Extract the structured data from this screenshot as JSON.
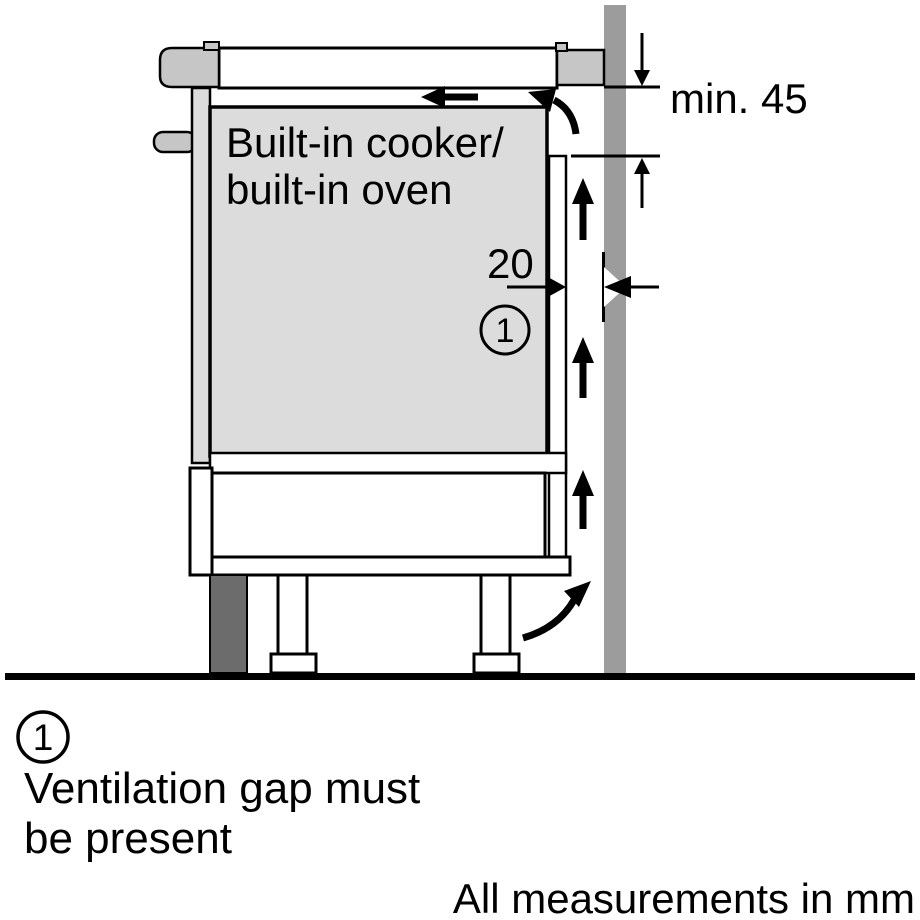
{
  "diagram": {
    "appliance_label_line1": "Built-in cooker/",
    "appliance_label_line2": "built-in oven",
    "dim_min_wall_distance": "min. 45",
    "dim_gap_width": "20",
    "callout_number": "1"
  },
  "legend": {
    "callout_number": "1",
    "note_line1": "Ventilation gap must",
    "note_line2": "be present",
    "units_note": "All measurements in mm"
  },
  "colors": {
    "background": "#ffffff",
    "outline": "#000000",
    "wall_fill": "#9c9c9c",
    "appliance_fill": "#dcdcdc",
    "trim_fill": "#c6c6c6",
    "plinth_fill": "#6c6c6c"
  }
}
